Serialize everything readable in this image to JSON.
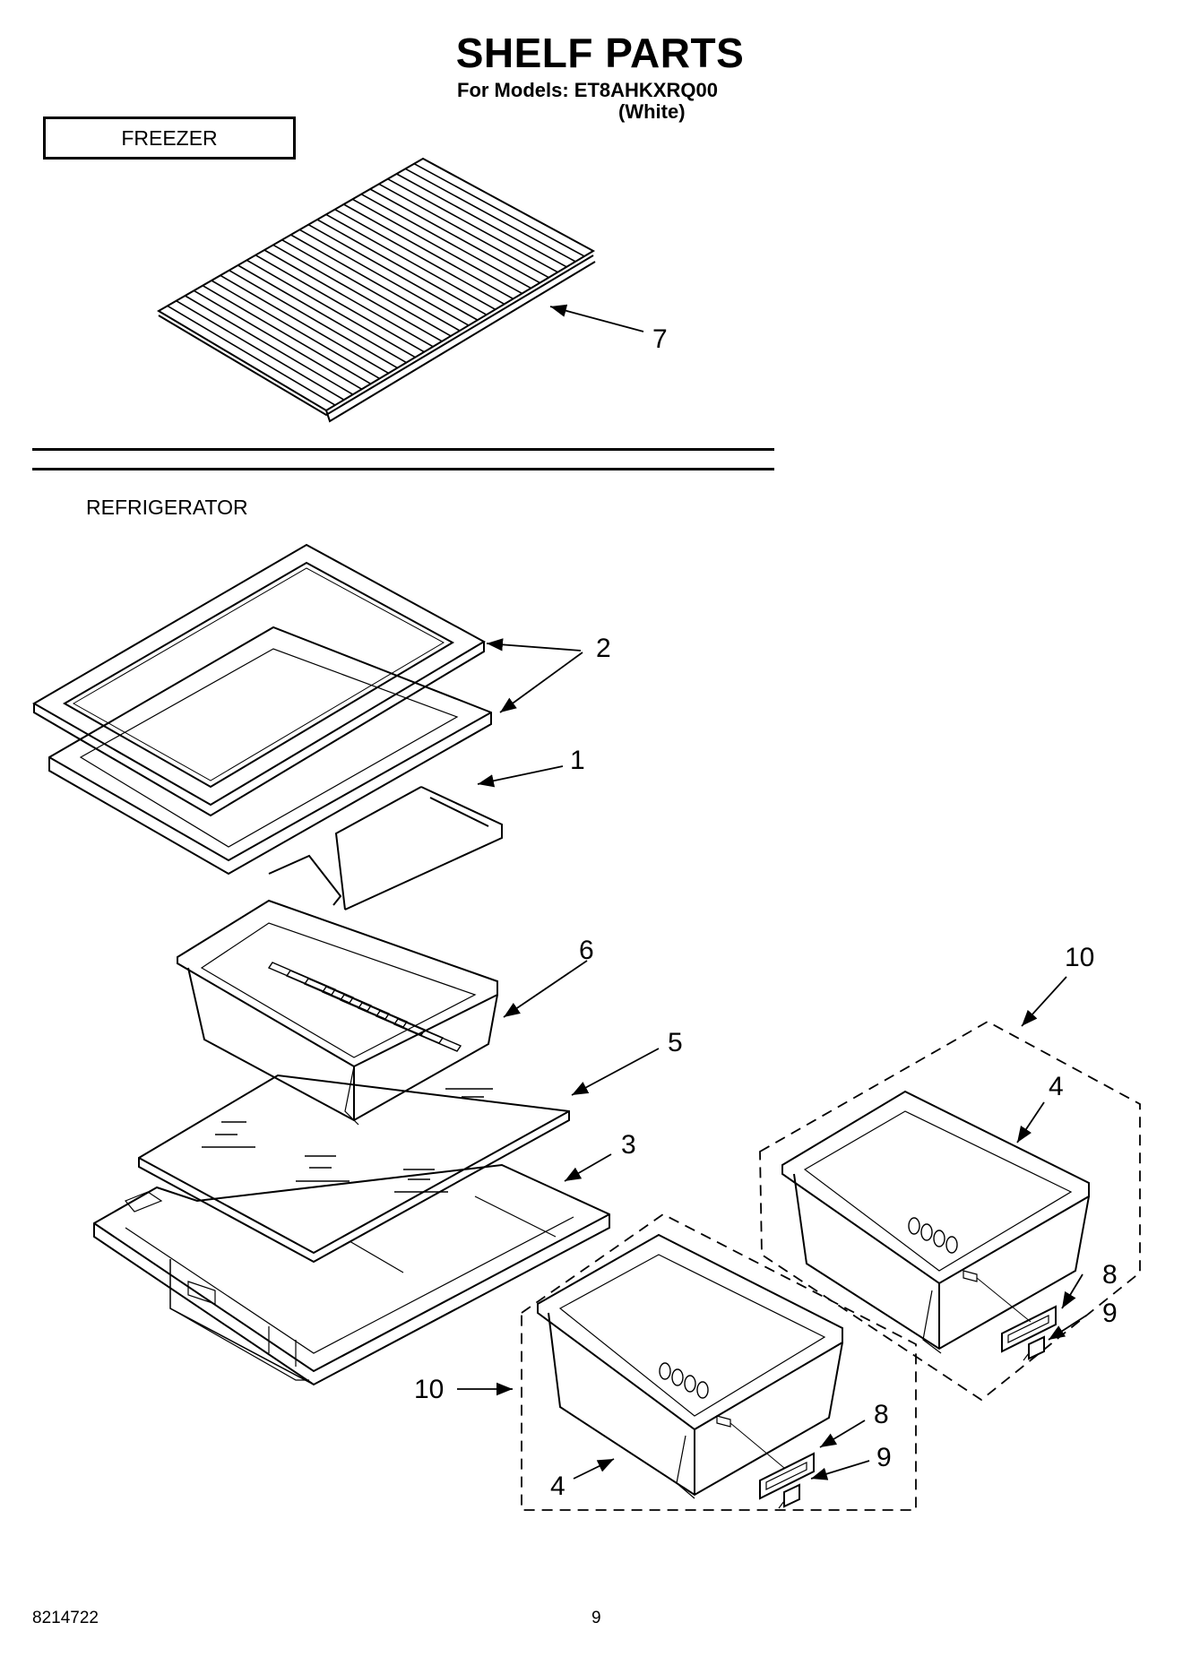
{
  "header": {
    "title": "SHELF PARTS",
    "models": "For Models: ET8AHKXRQ00",
    "variant": "(White)"
  },
  "sections": {
    "freezer": "FREEZER",
    "refrigerator": "REFRIGERATOR"
  },
  "callouts": {
    "c1": "1",
    "c2": "2",
    "c3": "3",
    "c4a": "4",
    "c4b": "4",
    "c5": "5",
    "c6": "6",
    "c7": "7",
    "c8a": "8",
    "c8b": "8",
    "c9a": "9",
    "c9b": "9",
    "c10a": "10",
    "c10b": "10"
  },
  "footer": {
    "doc_number": "8214722",
    "page_number": "9"
  }
}
